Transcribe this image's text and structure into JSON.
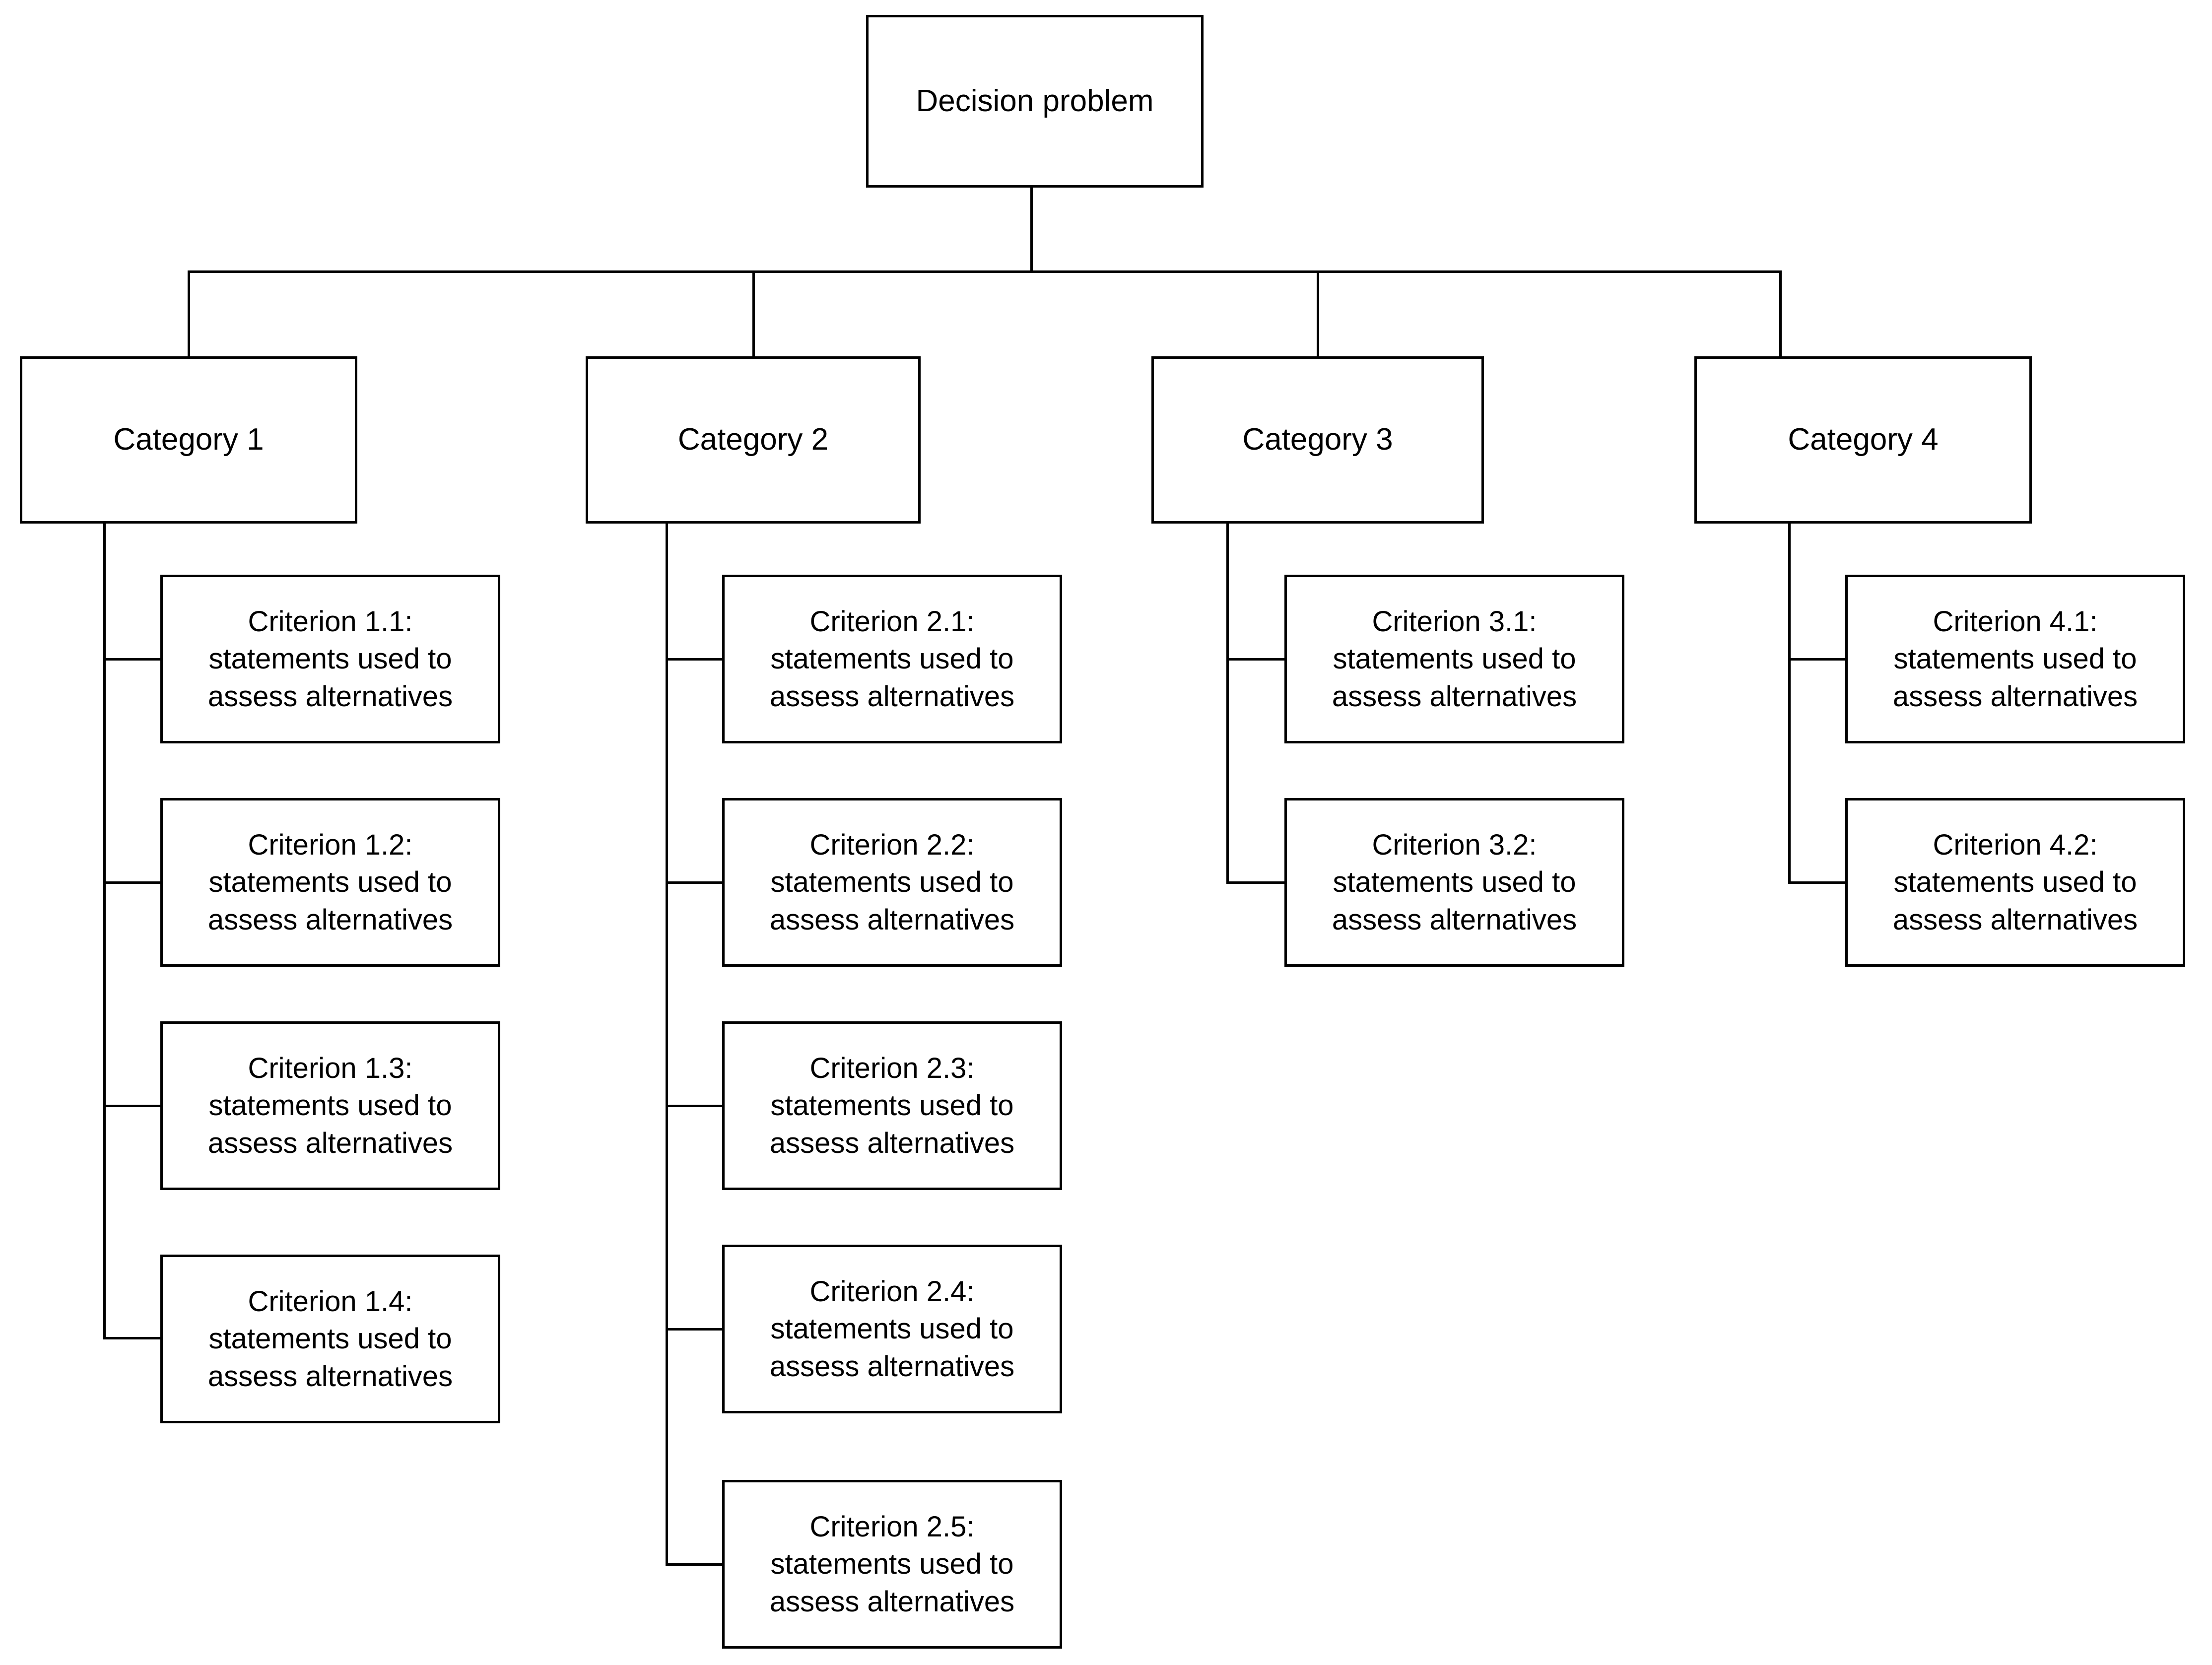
{
  "diagram": {
    "type": "hierarchy-tree",
    "orientation": "top-down",
    "background_color": "#ffffff",
    "line_color": "#000000",
    "box_fill": "#ffffff",
    "levels": 3
  },
  "root": {
    "label": "Decision problem"
  },
  "categories": [
    {
      "label": "Category 1",
      "criteria": [
        {
          "label": "Criterion 1.1:\nstatements used to\nassess alternatives"
        },
        {
          "label": "Criterion 1.2:\nstatements used to\nassess alternatives"
        },
        {
          "label": "Criterion 1.3:\nstatements used to\nassess alternatives"
        },
        {
          "label": "Criterion 1.4:\nstatements used to\nassess alternatives"
        }
      ]
    },
    {
      "label": "Category 2",
      "criteria": [
        {
          "label": "Criterion 2.1:\nstatements used to\nassess alternatives"
        },
        {
          "label": "Criterion 2.2:\nstatements used to\nassess alternatives"
        },
        {
          "label": "Criterion 2.3:\nstatements used to\nassess alternatives"
        },
        {
          "label": "Criterion 2.4:\nstatements used to\nassess alternatives"
        },
        {
          "label": "Criterion 2.5:\nstatements used to\nassess alternatives"
        }
      ]
    },
    {
      "label": "Category 3",
      "criteria": [
        {
          "label": "Criterion 3.1:\nstatements used to\nassess alternatives"
        },
        {
          "label": "Criterion 3.2:\nstatements used to\nassess alternatives"
        }
      ]
    },
    {
      "label": "Category 4",
      "criteria": [
        {
          "label": "Criterion 4.1:\nstatements used to\nassess alternatives"
        },
        {
          "label": "Criterion 4.2:\nstatements used to\nassess alternatives"
        }
      ]
    }
  ]
}
